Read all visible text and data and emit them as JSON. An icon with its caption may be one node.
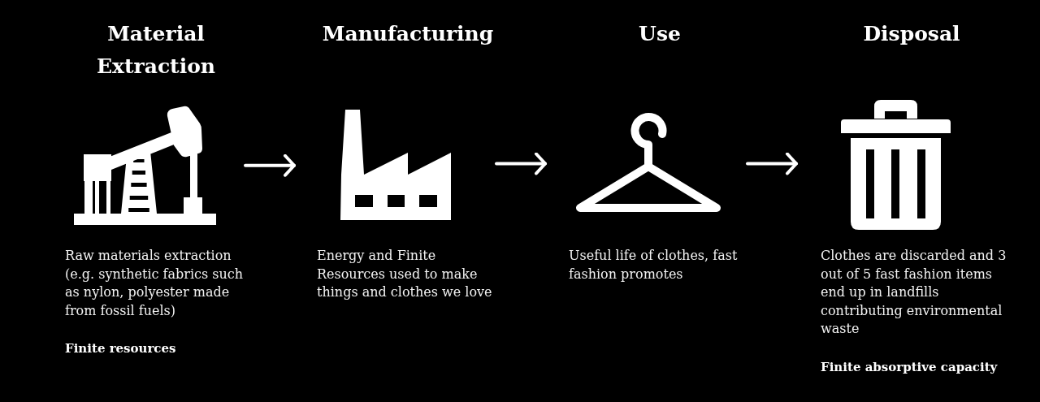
{
  "diagram": {
    "nodes": [
      {
        "text": [],
        "shape": "picture",
        "beside": [
          "Material Extraction",
          "Raw materials extraction (e.g. synthetic fabrics such as nylon, polyester made from fossil fuels)",
          "Finite resources"
        ]
      },
      {
        "text": [],
        "shape": "picture",
        "beside": [
          "Manufacturing",
          "Energy and Finite Resources used to make things and clothes we love"
        ]
      },
      {
        "text": [],
        "shape": "picture",
        "beside": [
          "Use",
          "Useful life of clothes, fast fashion promotes"
        ]
      },
      {
        "text": [],
        "shape": "picture",
        "beside": [
          "Disposal",
          "Clothes are discarded and 3 out of 5 fast fashion items end up in landfills contributing environmental waste",
          "Finite absorptive capacity"
        ]
      }
    ],
    "edges": [
      {
        "from": 0,
        "to": 1,
        "arrow": "to"
      },
      {
        "from": 1,
        "to": 2,
        "arrow": "to"
      },
      {
        "from": 2,
        "to": 3,
        "arrow": "to"
      }
    ]
  }
}
